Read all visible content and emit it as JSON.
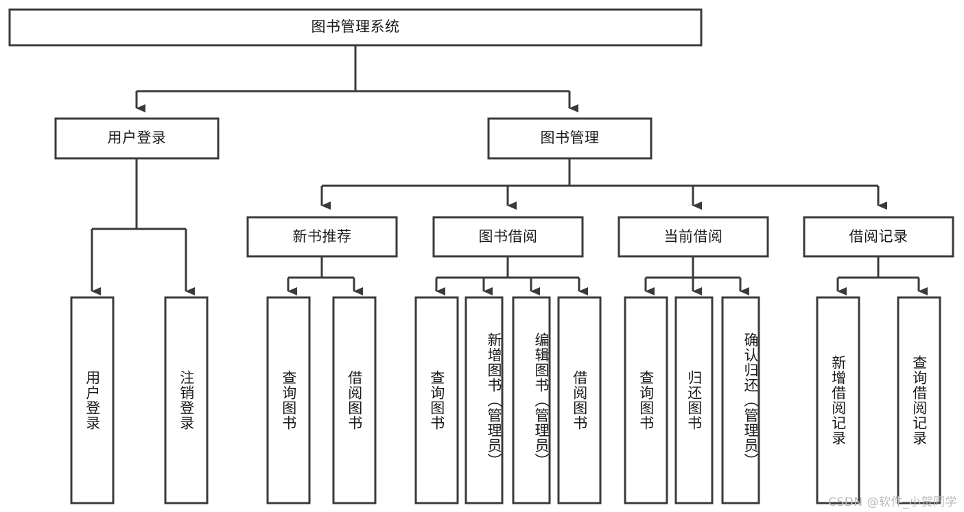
{
  "diagram": {
    "type": "hierarchy-tree",
    "title": "图书管理系统",
    "root": {
      "id": "root",
      "label": "图书管理系统",
      "level": 0
    },
    "level1": [
      {
        "id": "user-login",
        "label": "用户登录"
      },
      {
        "id": "book-management",
        "label": "图书管理"
      }
    ],
    "level2": [
      {
        "id": "new-book-recommend",
        "label": "新书推荐",
        "parent": "book-management"
      },
      {
        "id": "book-borrow",
        "label": "图书借阅",
        "parent": "book-management"
      },
      {
        "id": "current-borrow",
        "label": "当前借阅",
        "parent": "book-management"
      },
      {
        "id": "borrow-record",
        "label": "借阅记录",
        "parent": "book-management"
      }
    ],
    "leaves": [
      {
        "id": "leaf-user-login",
        "label": "用户登录",
        "parent": "user-login"
      },
      {
        "id": "leaf-logout-login",
        "label": "注销登录",
        "parent": "user-login"
      },
      {
        "id": "leaf-query-book-1",
        "label": "查询图书",
        "parent": "new-book-recommend"
      },
      {
        "id": "leaf-borrow-book-1",
        "label": "借阅图书",
        "parent": "new-book-recommend"
      },
      {
        "id": "leaf-query-book-2",
        "label": "查询图书",
        "parent": "book-borrow"
      },
      {
        "id": "leaf-add-book",
        "label": "新增图书（管理员）",
        "parent": "book-borrow"
      },
      {
        "id": "leaf-edit-book",
        "label": "编辑图书（管理员）",
        "parent": "book-borrow"
      },
      {
        "id": "leaf-borrow-book-2",
        "label": "借阅图书",
        "parent": "book-borrow"
      },
      {
        "id": "leaf-query-book-3",
        "label": "查询图书",
        "parent": "current-borrow"
      },
      {
        "id": "leaf-return-book",
        "label": "归还图书",
        "parent": "current-borrow"
      },
      {
        "id": "leaf-confirm-return",
        "label": "确认归还（管理员）",
        "parent": "current-borrow"
      },
      {
        "id": "leaf-add-borrow-record",
        "label": "新增借阅记录",
        "parent": "borrow-record"
      },
      {
        "id": "leaf-query-borrow-record",
        "label": "查询借阅记录",
        "parent": "borrow-record"
      }
    ],
    "colors": {
      "stroke": "#3a3a3a",
      "fill": "#ffffff",
      "text": "#1a1a1a",
      "watermark": "#b9b9b9"
    }
  },
  "watermark": {
    "text": "CSDN @软件_小贺同学"
  }
}
